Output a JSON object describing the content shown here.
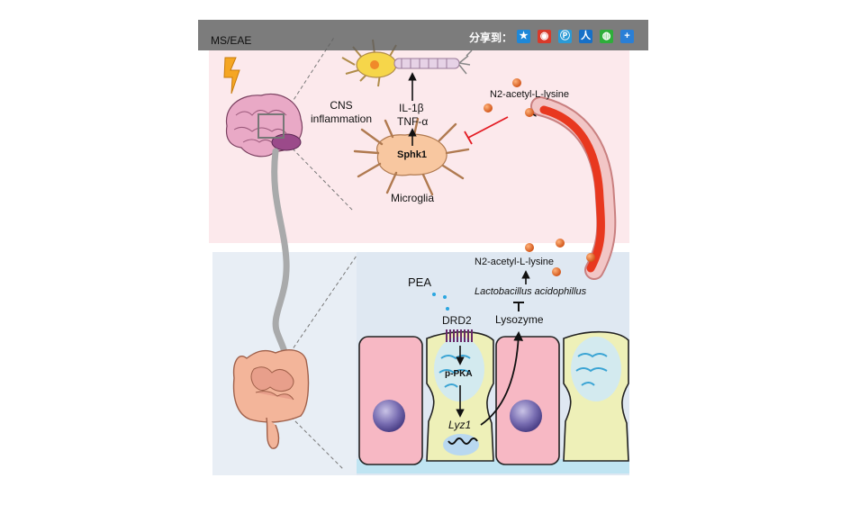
{
  "header": {
    "condition_label": "MS/EAE",
    "share_label": "分享到：",
    "share_icons": [
      "qzone-icon",
      "weibo-icon",
      "pengyou-icon",
      "renren-icon",
      "wechat-icon",
      "more-icon"
    ],
    "share_colors": [
      "#1e88d8",
      "#d83a2b",
      "#2a9ad6",
      "#1670c8",
      "#2eae3a",
      "#2a7fd6"
    ],
    "share_glyphs": [
      "★",
      "◉",
      "Ⓟ",
      "人",
      "◍",
      "+"
    ]
  },
  "cns": {
    "inflammation_label": "CNS\ninflammation",
    "cytokine_1": "IL-1β",
    "cytokine_2": "TNF-α",
    "enzyme": "Sphk1",
    "cell": "Microglia",
    "metabolite": "N2-acetyl-L-lysine"
  },
  "gut": {
    "metabolite": "N2-acetyl-L-lysine",
    "bacterium": "Lactobacillus acidophillus",
    "enzyme": "Lysozyme",
    "ligand": "PEA",
    "receptor": "DRD2",
    "kinase": "p-PKA",
    "gene": "Lyz1"
  },
  "colors": {
    "cns_bg": "#fce9ec",
    "gut_bg": "#e8eef5",
    "vessel": "#e8381f",
    "particle": "#e0691e",
    "inhibit": "#e31b23",
    "pea_dot": "#2aa6e0"
  }
}
